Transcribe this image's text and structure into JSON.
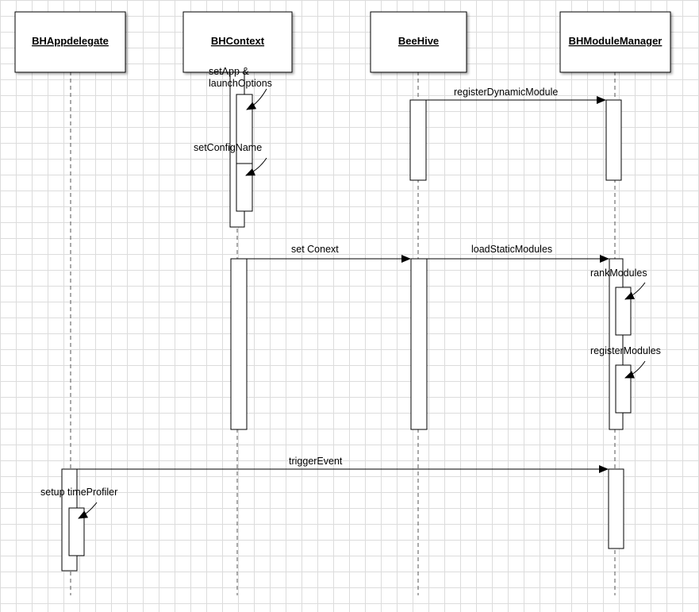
{
  "participants": [
    {
      "id": "appdelegate",
      "name": "BHAppdelegate"
    },
    {
      "id": "context",
      "name": "BHContext"
    },
    {
      "id": "beehive",
      "name": "BeeHive"
    },
    {
      "id": "manager",
      "name": "BHModuleManager"
    }
  ],
  "messages": {
    "set_app_line1": "setApp &",
    "set_app_line2": "launchOptions",
    "set_config_name": "setConfigName",
    "register_dynamic_module": "registerDynamicModule",
    "set_conext": "set Conext",
    "load_static_modules": "loadStaticModules",
    "rank_modules": "rankModules",
    "register_modules": "registerModules",
    "trigger_event": "triggerEvent",
    "setup_time_profiler": "setup timeProfiler"
  },
  "colors": {
    "line": "#000000",
    "lifeline": "#555555",
    "box_fill": "#ffffff",
    "grid": "#dcdcdc"
  }
}
